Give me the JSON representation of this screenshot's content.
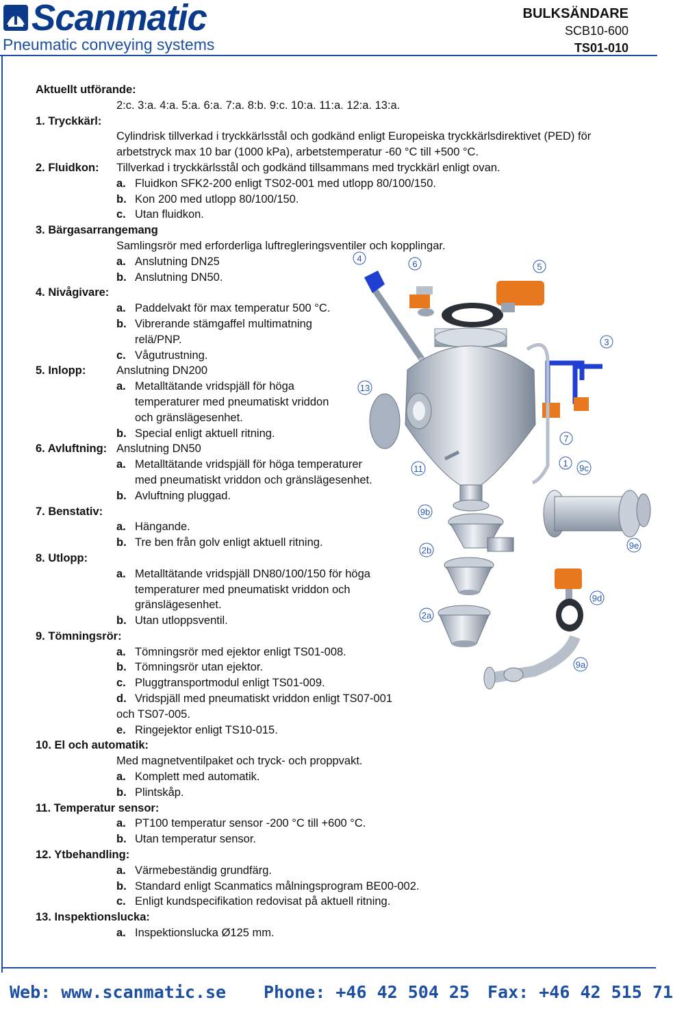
{
  "header": {
    "brand": "Scanmatic",
    "tagline": "Pneumatic conveying systems",
    "title": "BULKSÄNDARE",
    "model": "SCB10-600",
    "code": "TS01-010"
  },
  "spec": {
    "current_heading": "Aktuellt utförande:",
    "current_value": "2:c. 3:a. 4:a. 5:a. 6:a. 7:a. 8:b. 9:c. 10:a. 11:a. 12:a. 13:a.",
    "s1": {
      "label": "1. Tryckkärl:",
      "line1": "Cylindrisk tillverkad i tryckkärlsstål och godkänd enligt Europeiska tryckkärlsdirektivet (PED) för",
      "line2": "arbetstryck max 10 bar (1000 kPa), arbetstemperatur -60 °C till +500 °C."
    },
    "s2": {
      "label": "2. Fluidkon:",
      "desc": "Tillverkad i tryckkärlsstål och godkänd tillsammans med tryckkärl enligt ovan.",
      "items": [
        {
          "k": "a.",
          "t": "Fluidkon SFK2-200 enligt TS02-001 med utlopp 80/100/150."
        },
        {
          "k": "b.",
          "t": "Kon 200 med utlopp 80/100/150."
        },
        {
          "k": "c.",
          "t": "Utan fluidkon."
        }
      ]
    },
    "s3": {
      "label": "3. Bärgasarrangemang",
      "desc": "Samlingsrör med erforderliga luftregleringsventiler och kopplingar.",
      "items": [
        {
          "k": "a.",
          "t": "Anslutning DN25"
        },
        {
          "k": "b.",
          "t": "Anslutning DN50."
        }
      ]
    },
    "s4": {
      "label": "4. Nivågivare:",
      "a": "Paddelvakt för max temperatur 500 °C.",
      "b1": "Vibrerande stämgaffel multimatning",
      "b2": "relä/PNP.",
      "c": "Vågutrustning."
    },
    "s5": {
      "label": "5. Inlopp:",
      "desc": "Anslutning DN200",
      "a1": "Metalltätande vridspjäll för höga",
      "a2": "temperaturer med pneumatiskt vriddon",
      "a3": "och gränslägesenhet.",
      "b": "Special enligt aktuell ritning."
    },
    "s6": {
      "label": "6. Avluftning:",
      "desc": "Anslutning DN50",
      "a1": "Metalltätande vridspjäll för höga temperaturer",
      "a2": "med pneumatiskt vriddon och gränslägesenhet.",
      "b": "Avluftning pluggad."
    },
    "s7": {
      "label": "7. Benstativ:",
      "a": "Hängande.",
      "b": "Tre ben från golv enligt aktuell ritning."
    },
    "s8": {
      "label": "8. Utlopp:",
      "a1": "Metalltätande vridspjäll DN80/100/150 för höga",
      "a2": "temperaturer med pneumatiskt vriddon och",
      "a3": "gränslägesenhet.",
      "b": "Utan utloppsventil."
    },
    "s9": {
      "label": "9. Tömningsrör:",
      "a": "Tömningsrör med ejektor enligt TS01-008.",
      "b": "Tömningsrör utan ejektor.",
      "c": "Pluggtransportmodul enligt TS01-009.",
      "d1": "Vridspjäll med pneumatiskt vriddon enligt TS07-001",
      "d2": "och TS07-005.",
      "e": "Ringejektor enligt TS10-015."
    },
    "s10": {
      "label": "10. El och automatik:",
      "desc": "Med magnetventilpaket och tryck- och proppvakt.",
      "a": "Komplett med automatik.",
      "b": "Plintskåp."
    },
    "s11": {
      "label": "11. Temperatur sensor:",
      "a": "PT100 temperatur sensor -200 °C till +600 °C.",
      "b": "Utan temperatur sensor."
    },
    "s12": {
      "label": "12. Ytbehandling:",
      "a": "Värmebeständig grundfärg.",
      "b": "Standard enligt Scanmatics målningsprogram BE00-002.",
      "c": "Enligt kundspecifikation redovisat på aktuell ritning."
    },
    "s13": {
      "label": "13. Inspektionslucka:",
      "a": "Inspektionslucka Ø125 mm."
    }
  },
  "letters": {
    "a": "a.",
    "b": "b.",
    "c": "c.",
    "d": "d.",
    "e": "e."
  },
  "callouts": {
    "c4": "4",
    "c6": "6",
    "c5": "5",
    "c3": "3",
    "c13": "13",
    "c7": "7",
    "c1": "1",
    "c11": "11",
    "c9c": "9c",
    "c9b": "9b",
    "c9e": "9e",
    "c2b": "2b",
    "c9d": "9d",
    "c2a": "2a",
    "c9a": "9a"
  },
  "footer": {
    "web": "Web: www.scanmatic.se",
    "phone": "Phone: +46 42 504 25",
    "fax": "Fax: +46 42 515 71"
  },
  "colors": {
    "brand_blue": "#0b3a8a",
    "accent_blue": "#1c4fa0",
    "valve_orange": "#e8781e",
    "pipe_blue": "#1f3fd0"
  }
}
